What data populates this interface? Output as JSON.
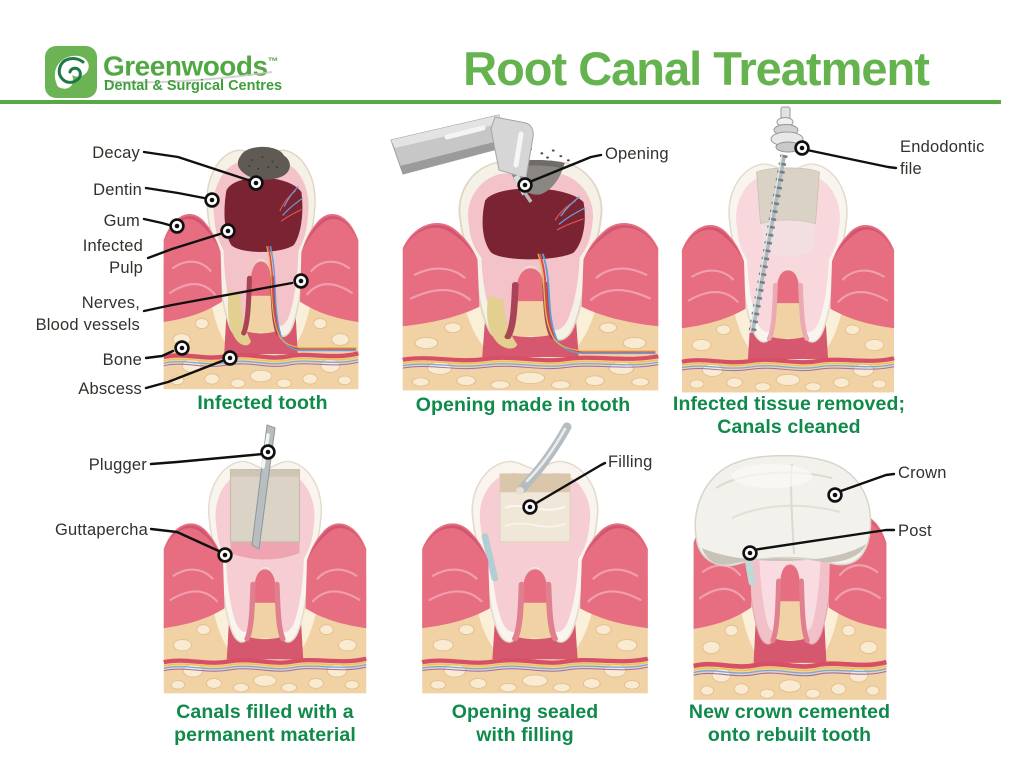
{
  "brand": {
    "name": "Greenwoods",
    "tm": "™",
    "subtitle": "Dental & Surgical Centres",
    "logo_icon": "leaf-g-monogram"
  },
  "title": "Root Canal Treatment",
  "colors": {
    "title_green": "#64b34e",
    "brand_green": "#51a843",
    "caption_green": "#0f8a4b",
    "rule_green": "#57a946",
    "label_text": "#34302c"
  },
  "panels": [
    {
      "id": "infected-tooth",
      "caption": "Infected tooth",
      "labels": [
        {
          "text": "Decay"
        },
        {
          "text": "Dentin"
        },
        {
          "text": "Gum"
        },
        {
          "text": "Infected\nPulp"
        },
        {
          "text": "Nerves,\nBlood vessels"
        },
        {
          "text": "Bone"
        },
        {
          "text": "Abscess"
        }
      ]
    },
    {
      "id": "opening-made",
      "caption": "Opening made in tooth",
      "labels": [
        {
          "text": "Opening"
        }
      ]
    },
    {
      "id": "canals-cleaned",
      "caption": "Infected tissue removed;\nCanals cleaned",
      "labels": [
        {
          "text": "Endodontic\nfile"
        }
      ]
    },
    {
      "id": "canals-filled",
      "caption": "Canals filled with a\npermanent material",
      "labels": [
        {
          "text": "Plugger"
        },
        {
          "text": "Guttapercha"
        }
      ]
    },
    {
      "id": "opening-sealed",
      "caption": "Opening sealed\nwith filling",
      "labels": [
        {
          "text": "Filling"
        }
      ]
    },
    {
      "id": "crown-cemented",
      "caption": "New crown cemented\nonto rebuilt tooth",
      "labels": [
        {
          "text": "Crown"
        },
        {
          "text": "Post"
        }
      ]
    }
  ]
}
